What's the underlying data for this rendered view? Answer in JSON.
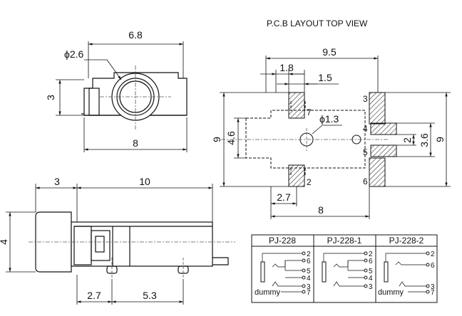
{
  "header": {
    "title": "P.C.B LAYOUT    TOP VIEW"
  },
  "front_view": {
    "width_dim": "6.8",
    "diameter_dim": "ϕ2.6",
    "height_dim": "3",
    "base_dim": "8"
  },
  "side_view": {
    "left_dim": "3",
    "right_dim": "10",
    "height_dim": "4",
    "pin_dim_1": "2.7",
    "pin_dim_2": "5.3"
  },
  "pcb_layout": {
    "total_width": "9.5",
    "pad_width_a": "1.8",
    "pad_width_b": "1.5",
    "hole_dia": "ϕ1.3",
    "height_outer": "9",
    "height_inner": "4.6",
    "height_right": "9",
    "pad_gap": "2",
    "pad_span": "3.6",
    "bottom_dim_a": "2.7",
    "bottom_dim_b": "8",
    "pins": [
      "7",
      "2",
      "3",
      "4",
      "5",
      "6"
    ]
  },
  "variants_table": {
    "headers": [
      "PJ-228",
      "PJ-228-1",
      "PJ-228-2"
    ],
    "col1_pins": [
      "2",
      "6",
      "5",
      "4",
      "3",
      "7"
    ],
    "col2_pins": [
      "2",
      "6",
      "5",
      "4",
      "3"
    ],
    "col3_pins": [
      "2",
      "6",
      "3",
      "7"
    ],
    "dummy_label": "dummy"
  },
  "colors": {
    "line": "#111111",
    "hatch": "#333333",
    "center_line": "#555555"
  }
}
